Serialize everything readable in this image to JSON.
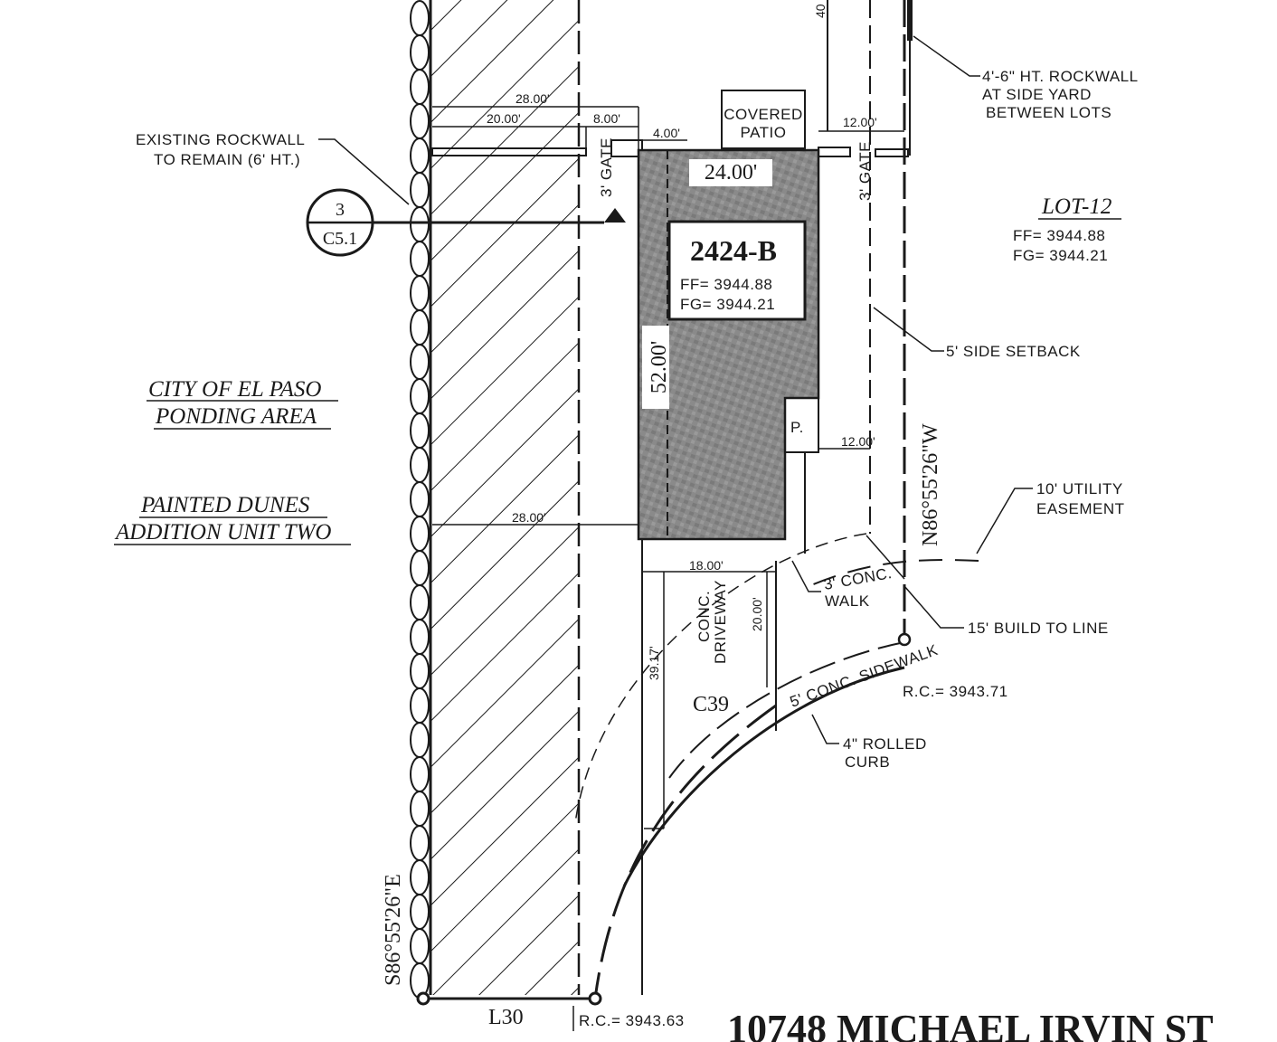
{
  "lot": {
    "id": "2424-B",
    "ff": "FF= 3944.88",
    "fg": "FG= 3944.21"
  },
  "neighbor_lot": {
    "name": "LOT-12",
    "ff": "FF= 3944.88",
    "fg": "FG= 3944.21"
  },
  "area_labels": {
    "ponding_1": "CITY OF EL PASO",
    "ponding_2": "PONDING AREA",
    "addition_1": "PAINTED DUNES",
    "addition_2": "ADDITION UNIT TWO"
  },
  "section_marker": {
    "number": "3",
    "sheet": "C5.1"
  },
  "dimensions": {
    "d28_top": "28.00'",
    "d20": "20.00'",
    "d8": "8.00'",
    "d4": "4.00'",
    "d12_top": "12.00'",
    "house_width": "24.00'",
    "house_depth": "52.00'",
    "d12_mid": "12.00'",
    "d28_bottom": "28.00'",
    "d18": "18.00'",
    "d39": "39.17'",
    "d20_drive": "20.00'",
    "d40": "40"
  },
  "notes": {
    "existing_rockwall_1": "EXISTING ROCKWALL",
    "existing_rockwall_2": "TO REMAIN (6' HT.)",
    "side_rockwall_1": "4'-6\" HT. ROCKWALL",
    "side_rockwall_2": "AT SIDE YARD",
    "side_rockwall_3": "BETWEEN LOTS",
    "covered_patio_1": "COVERED",
    "covered_patio_2": "PATIO",
    "gate_left": "3' GATE",
    "gate_right": "3' GATE",
    "side_setback": "5' SIDE SETBACK",
    "utility_1": "10' UTILITY",
    "utility_2": "EASEMENT",
    "conc_walk_1": "3' CONC.",
    "conc_walk_2": "WALK",
    "build_line": "15' BUILD TO LINE",
    "sidewalk": "5' CONC. SIDEWALK",
    "curb_1": "4\" ROLLED",
    "curb_2": "CURB",
    "driveway_1": "CONC.",
    "driveway_2": "DRIVEWAY",
    "panel": "P."
  },
  "survey": {
    "bearing_right": "N86°55'26\"W",
    "bearing_left": "S86°55'26\"E",
    "curve": "C39",
    "line": "L30",
    "rc_sidewalk": "R.C.= 3943.71",
    "rc_bottom": "R.C.= 3943.63"
  },
  "address": "10748 MICHAEL IRVIN ST",
  "colors": {
    "ink": "#1a1a1a",
    "house_fill": "#8c8c8c",
    "paper": "#ffffff"
  }
}
